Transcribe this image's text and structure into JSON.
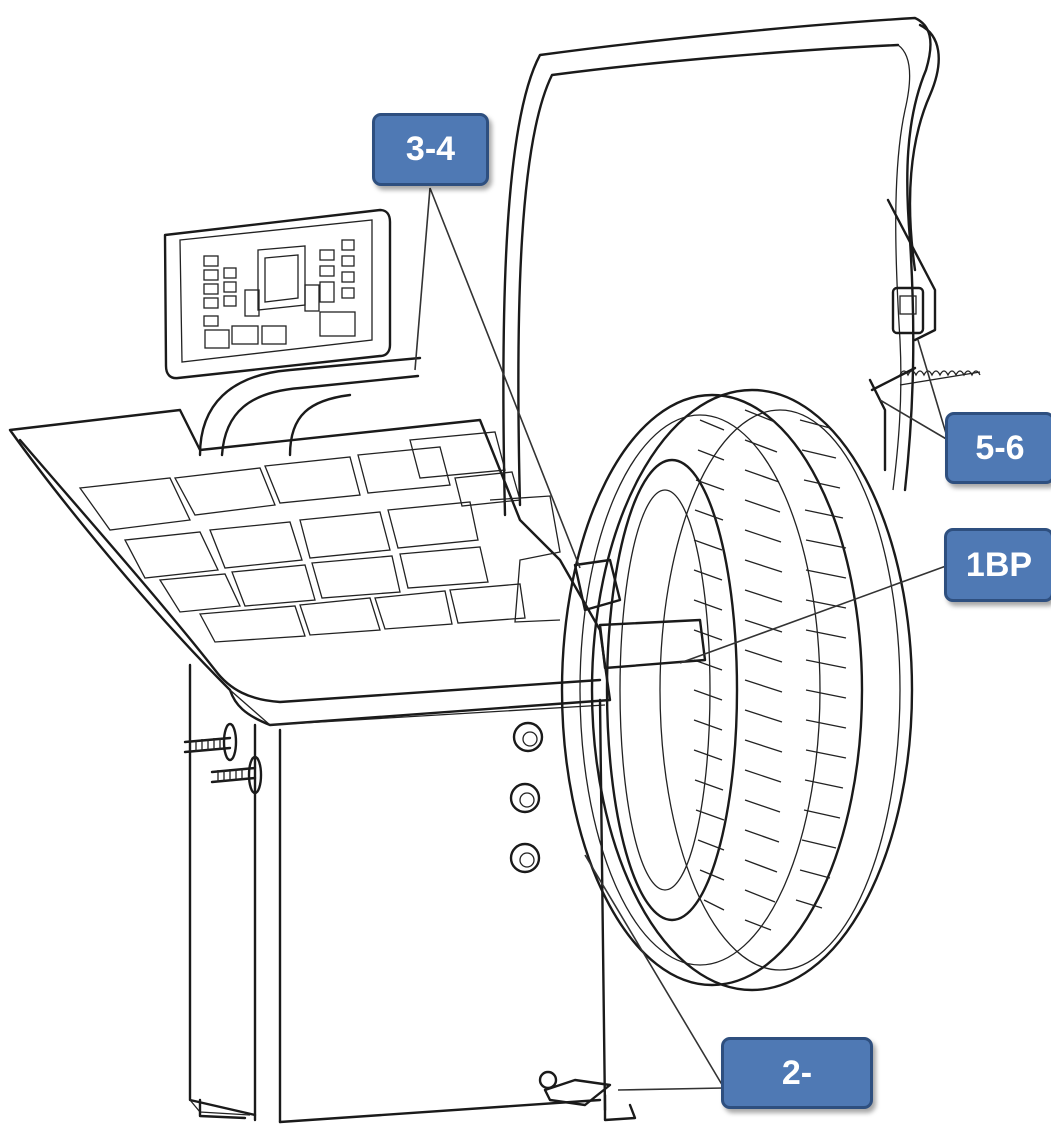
{
  "callouts": {
    "top_left": "3-4",
    "right_upper": "5-6",
    "right_middle": "1BP",
    "bottom": "2-"
  },
  "colors": {
    "callout_fill": "#4f79b4",
    "callout_border": "#2e4f7f",
    "callout_text": "#ffffff",
    "line_art": "#1a1a1a"
  }
}
